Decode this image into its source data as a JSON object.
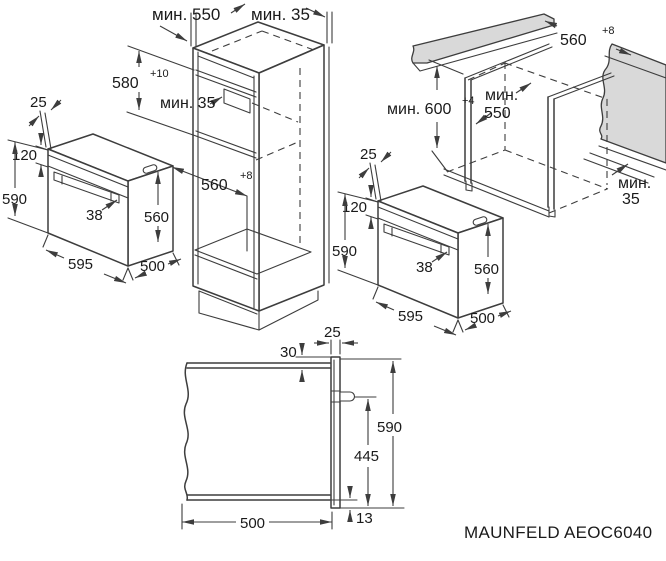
{
  "drawing_title": "MAUNFELD AEOC6040",
  "colors": {
    "line": "#3d3d3d",
    "panel_gray": "#d9d9d9",
    "text": "#1a1a1a",
    "background": "#ffffff"
  },
  "tall_unit": {
    "top_depth_min": "мин. 550",
    "wall_gap_min": "мин. 35",
    "niche_height": "580",
    "niche_height_tol": "+10",
    "shelf_gap_min": "мин. 35",
    "niche_width": "560",
    "niche_width_tol": "+8"
  },
  "oven": {
    "door_overhang": "25",
    "control_panel_height": "120",
    "door_height": "590",
    "handle_depth": "38",
    "body_height": "560",
    "body_width": "595",
    "body_depth": "500"
  },
  "base_unit": {
    "niche_height_min": "мин. 600",
    "niche_height_tol": "+4",
    "depth_min_label": "мин.",
    "depth_min_value": "550",
    "niche_width": "560",
    "niche_width_tol": "+8",
    "wall_gap_label": "мин.",
    "wall_gap_value": "35"
  },
  "side_view": {
    "door_thickness": "25",
    "top_overhang": "30",
    "front_height": "590",
    "handle_to_base": "445",
    "body_depth": "500",
    "bottom_gap": "13"
  }
}
